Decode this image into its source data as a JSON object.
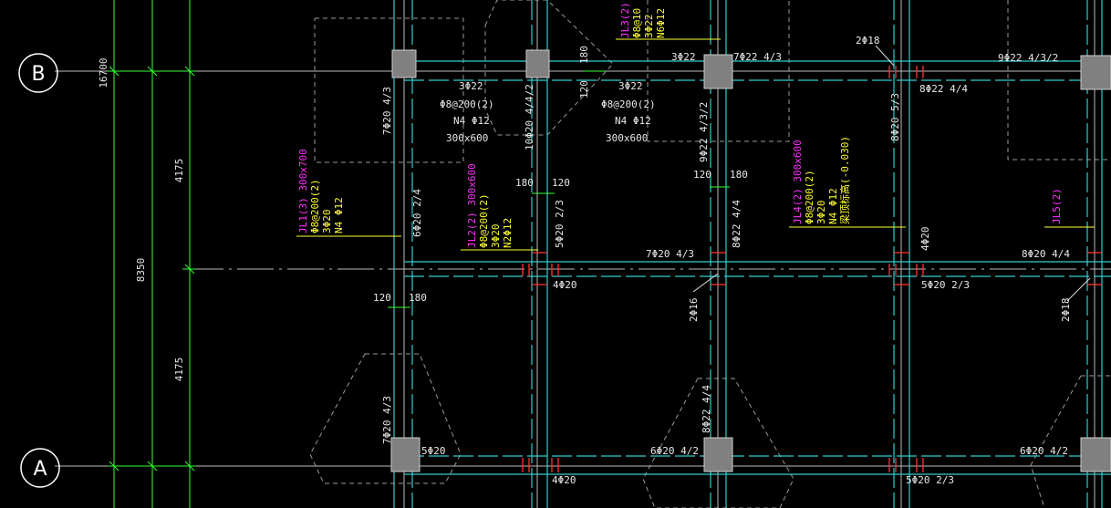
{
  "axes": {
    "B": "B",
    "A": "A"
  },
  "dims": {
    "d1": "16700",
    "d2": "4175",
    "d3": "8350",
    "d4": "4175"
  },
  "beams": {
    "jl1": "JL1(3) 300x700",
    "jl1_s": "Φ8@200(2)",
    "jl1_b": "3Φ20",
    "jl1_n": "N4 Φ12",
    "jl2": "JL2(2) 300x600",
    "jl2_s": "Φ8@200(2)",
    "jl2_b": "3Φ20",
    "jl2_n": "N2Φ12",
    "jl3": "JL3(2)",
    "jl3_s": "Φ8@10",
    "jl3_b": "3Φ22",
    "jl3_n": "N6Φ12",
    "jl4": "JL4(2) 300x600",
    "jl4_s": "Φ8@200(2)",
    "jl4_b": "3Φ20",
    "jl4_n": "N4 Φ12",
    "jl4_e": "梁顶标高(-0.030)",
    "jl5": "JL5(2)",
    "c1_a": "3Φ22",
    "c1_b": "Φ8@200(2)",
    "c1_c": "N4 Φ12",
    "c1_d": "300x600",
    "c2_a": "3Φ22",
    "c2_b": "Φ8@200(2)",
    "c2_c": "N4 Φ12",
    "c2_d": "300x600"
  },
  "rebar": {
    "r1": "7Φ20 4/3",
    "r2": "10Φ20 4/4/2",
    "r3": "9Φ22 4/3/2",
    "r4": "3Φ22",
    "r5": "7Φ22 4/3",
    "r6": "2Φ18",
    "r7": "9Φ22 4/3/2",
    "r8": "8Φ22 4/4",
    "r9": "8Φ20 5/3",
    "r10": "6Φ20 2/4",
    "r11": "5Φ20 2/3",
    "r12": "8Φ22 4/4",
    "r13": "7Φ20 4/3",
    "r14": "4Φ20",
    "r15": "8Φ20 4/4",
    "r16": "4Φ20",
    "r17": "5Φ20 2/3",
    "r18": "2Φ16",
    "r19": "2Φ18",
    "r20": "7Φ20 4/3",
    "r21": "5Φ20",
    "r22": "6Φ20 4/2",
    "r23": "8Φ22 4/4",
    "r24": "6Φ20 4/2",
    "r25": "4Φ20",
    "r26": "5Φ20 2/3"
  },
  "offsets": {
    "o180a": "180",
    "o120a": "120",
    "o180b": "180",
    "o120b": "120",
    "o120c": "120",
    "o180c": "180",
    "o120d": "120",
    "o180d": "180"
  },
  "colors": {
    "cyan": "#33cccc",
    "green": "#33ff33",
    "grid": "#bbbbbb",
    "red": "#ff3333",
    "yellow": "#ffff33",
    "magenta": "#ff33ff",
    "column": "#808080"
  }
}
